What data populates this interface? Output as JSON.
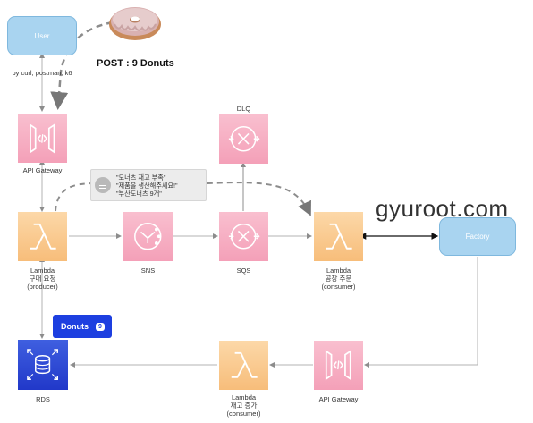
{
  "title": "POST : 9 Donuts",
  "watermark": "gyuroot.com",
  "user": {
    "label": "User",
    "caption": "by curl, postman, k6"
  },
  "note": {
    "lines": [
      "\"도너츠 재고 부족\"",
      "\"제품을 생산해주세요!\"",
      "\"부산도너츠 9개\""
    ]
  },
  "badge": {
    "label": "Donuts",
    "count": "9"
  },
  "factory": {
    "label": "Factory"
  },
  "nodes": {
    "api_gateway_top": {
      "label": "API Gateway",
      "icon": "api-gateway-icon"
    },
    "lambda_producer": {
      "label_lines": [
        "Lambda",
        "구매 요청",
        "(producer)"
      ],
      "icon": "lambda-icon"
    },
    "sns": {
      "label": "SNS",
      "icon": "sns-icon"
    },
    "sqs": {
      "label": "SQS",
      "icon": "sqs-icon"
    },
    "dlq": {
      "label": "DLQ",
      "icon": "sqs-icon"
    },
    "lambda_consumer": {
      "label_lines": [
        "Lambda",
        "공장 주문",
        "(consumer)"
      ],
      "icon": "lambda-icon"
    },
    "api_gateway_bottom": {
      "label": "API Gateway",
      "icon": "api-gateway-icon"
    },
    "lambda_stock": {
      "label_lines": [
        "Lambda",
        "재고 증가",
        "(consumer)"
      ],
      "icon": "lambda-icon"
    },
    "rds": {
      "label": "RDS",
      "icon": "rds-icon"
    }
  },
  "colors": {
    "bubble": "#a9d4f0",
    "app_integration": "#f4a0b8",
    "compute": "#f7bd7a",
    "database": "#2138c9",
    "badge": "#1d3fe0",
    "edge": "#b3b3b3",
    "dashed_edge": "#8c8c8c"
  }
}
